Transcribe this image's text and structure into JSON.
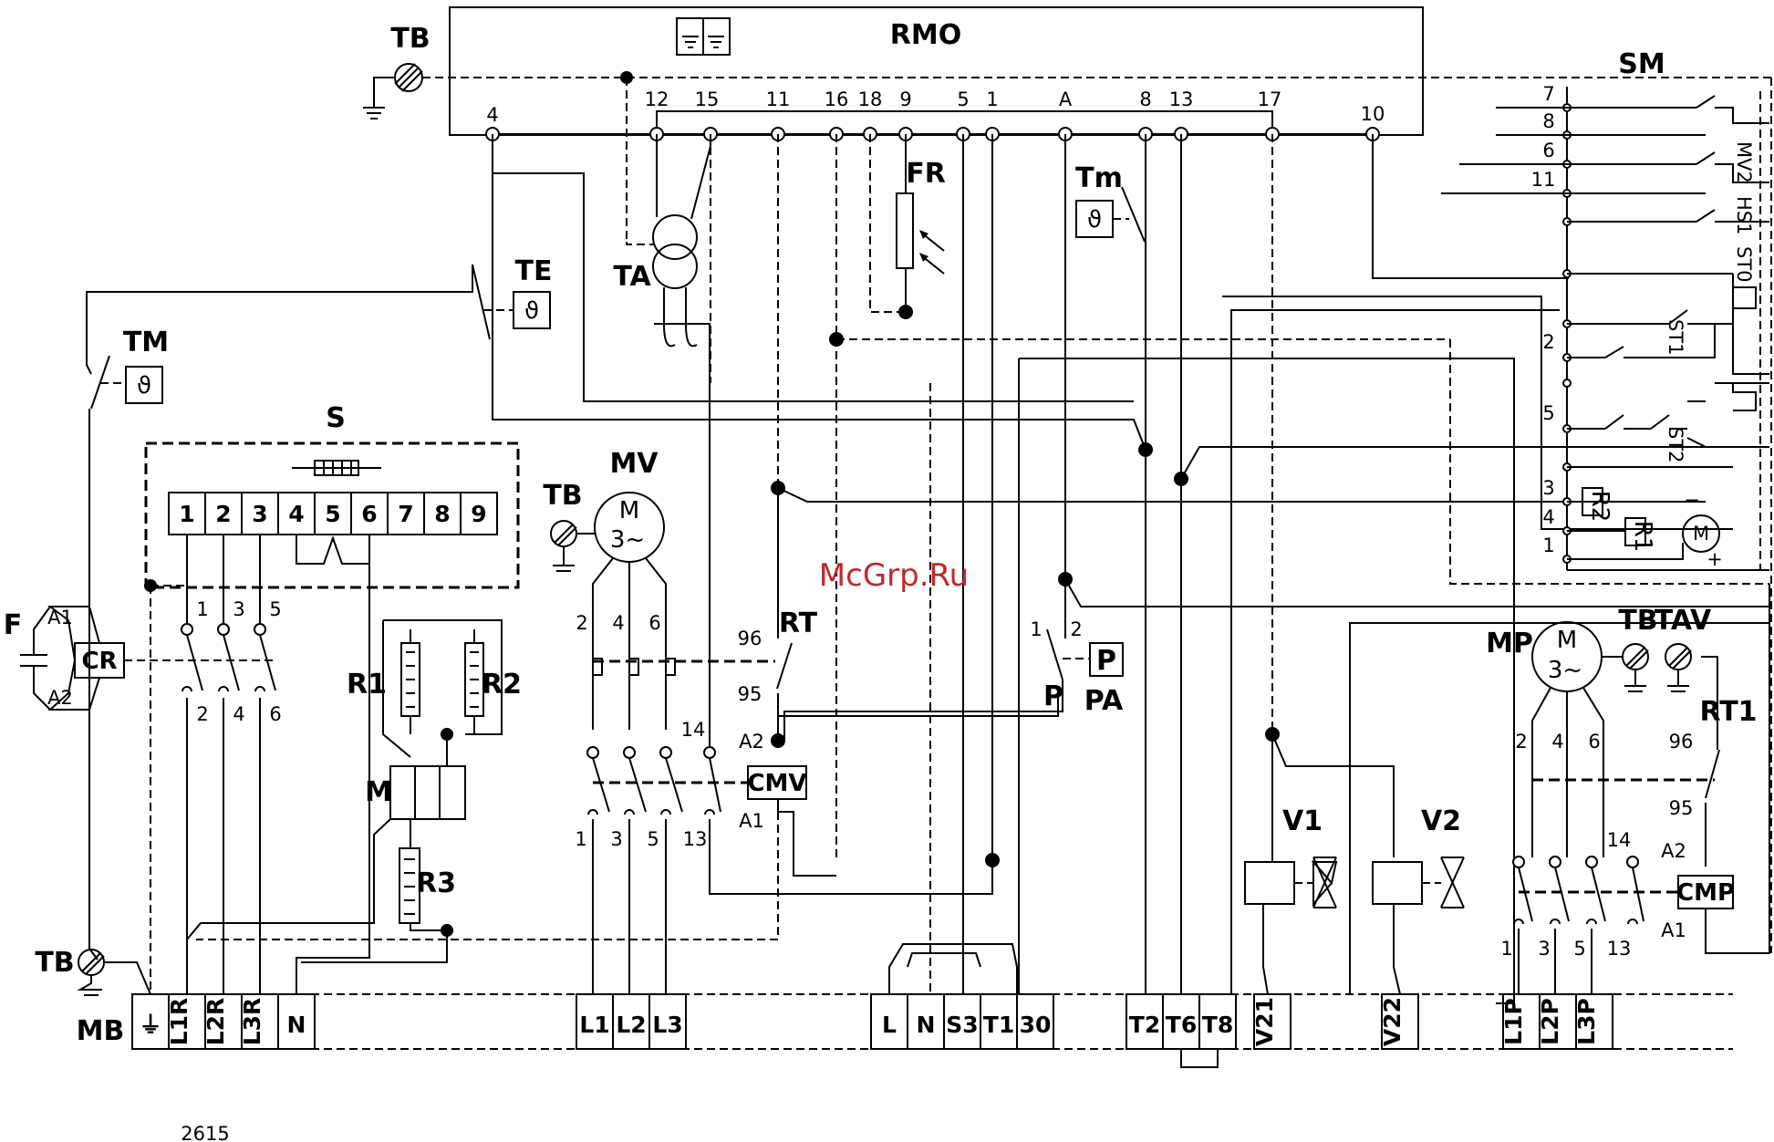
{
  "labels": {
    "rmo": "RMO",
    "sm": "SM",
    "tb_top": "TB",
    "tb_mv": "TB",
    "tb_left": "TB",
    "tb_mp": "TB",
    "tav": "TAV",
    "te": "TE",
    "tm_upper": "TM",
    "tm_lower": "Tm",
    "fr": "FR",
    "ta": "TA",
    "s": "S",
    "mv": "MV",
    "mp": "MP",
    "rt": "RT",
    "rt1": "RT1",
    "cmv": "CMV",
    "cmp": "CMP",
    "cr": "CR",
    "f": "F",
    "a1": "A1",
    "a2": "A2",
    "pa": "PA",
    "p_box": "P",
    "p_contact": "P",
    "r1": "R1",
    "r2": "R2",
    "r3": "R3",
    "m": "M",
    "v1": "V1",
    "v2": "V2",
    "mb": "MB",
    "mv2": "MV2",
    "hs1": "HS1",
    "st0": "ST0",
    "st1": "ST1",
    "st2": "ST2",
    "motor_m": "M",
    "motor_3": "3~",
    "code": "2615",
    "watermark": "McGrp.Ru"
  },
  "rmo_terminals": [
    "4",
    "12",
    "15",
    "11",
    "16",
    "18",
    "9",
    "5",
    "1",
    "A",
    "8",
    "13",
    "17",
    "10"
  ],
  "sm_terminals": [
    "7",
    "8",
    "6",
    "11",
    "2",
    "5",
    "3",
    "4",
    "1"
  ],
  "s_terminals": [
    "1",
    "2",
    "3",
    "4",
    "5",
    "6",
    "7",
    "8",
    "9"
  ],
  "cr_contacts": [
    "1",
    "3",
    "5",
    "2",
    "4",
    "6"
  ],
  "mv_leads": [
    "2",
    "4",
    "6"
  ],
  "mp_leads": [
    "2",
    "4",
    "6"
  ],
  "cmv_contacts": [
    "1",
    "3",
    "5",
    "13",
    "14",
    "A1",
    "A2"
  ],
  "cmp_contacts": [
    "1",
    "3",
    "5",
    "13",
    "14",
    "A1",
    "A2"
  ],
  "rt_contacts": [
    "96",
    "95"
  ],
  "pa_contacts": [
    "1",
    "2"
  ],
  "mb_terminals": [
    "⏚",
    "L1R",
    "L2R",
    "L3R",
    "N",
    "L1",
    "L2",
    "L3",
    "L",
    "N",
    "S3",
    "T1",
    "30",
    "T2",
    "T6",
    "T8",
    "V21",
    "V22",
    "L1P",
    "L2P",
    "L3P"
  ],
  "colors": {
    "line": "#000000",
    "watermark": "#c0282d",
    "background": "#ffffff"
  }
}
